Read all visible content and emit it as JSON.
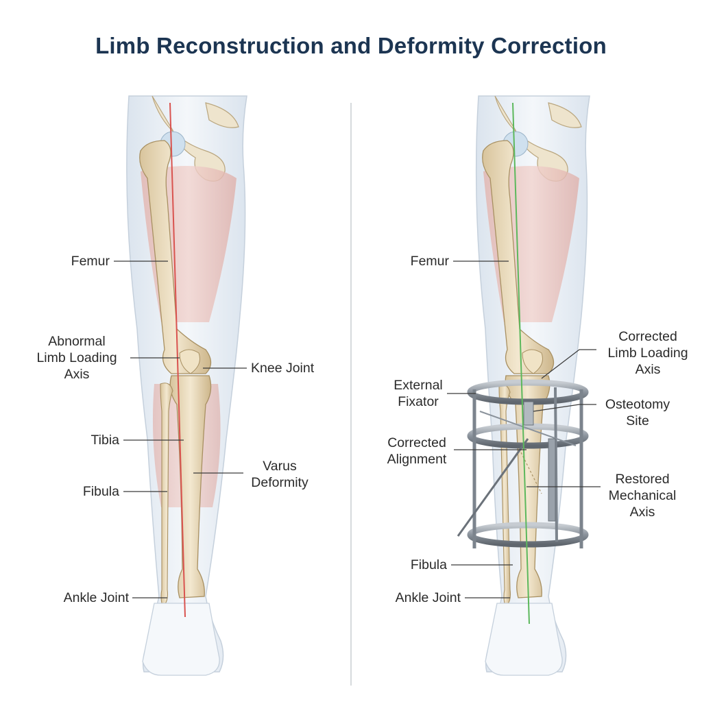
{
  "title": "Limb Reconstruction and Deformity Correction",
  "colors": {
    "title": "#1c3552",
    "abnormal_axis": "#d9534f",
    "restored_axis": "#5cb85c",
    "bone": "#ecdfc2",
    "muscle": "#e9c4be",
    "fixator": "#8f97a0"
  },
  "left_panel": {
    "femur": "Femur",
    "abnormal_axis": "Abnormal\nLimb Loading\nAxis",
    "knee_joint": "Knee Joint",
    "tibia": "Tibia",
    "varus": "Varus\nDeformity",
    "fibula": "Fibula",
    "ankle": "Ankle Joint"
  },
  "right_panel": {
    "femur": "Femur",
    "corrected_axis": "Corrected\nLimb Loading\nAxis",
    "external_fixator": "External\nFixator",
    "osteotomy": "Osteotomy\nSite",
    "corrected_alignment": "Corrected\nAlignment",
    "restored_axis": "Restored\nMechanical\nAxis",
    "fibula": "Fibula",
    "ankle": "Ankle Joint"
  }
}
